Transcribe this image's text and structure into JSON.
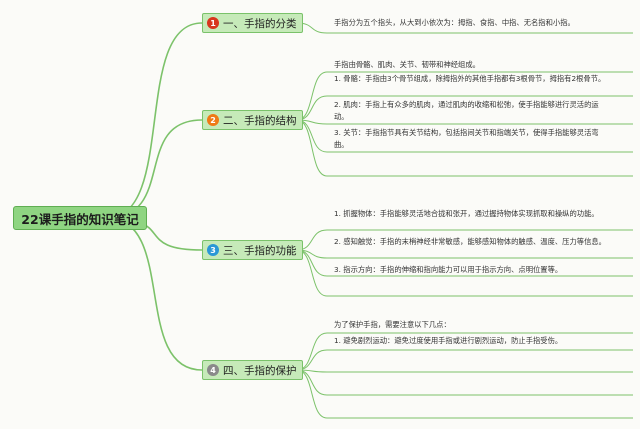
{
  "root": {
    "title": "22课手指的知识笔记"
  },
  "topics": [
    {
      "label": "一、手指的分类",
      "num": "1",
      "badge_color": "#d8361e",
      "items": [
        "手指分为五个指头，从大到小依次为：拇指、食指、中指、无名指和小指。"
      ]
    },
    {
      "label": "二、手指的结构",
      "num": "2",
      "badge_color": "#ef7a16",
      "items": [
        "手指由骨骼、肌肉、关节、韧带和神经组成。",
        "1. 骨骼：手指由3个骨节组成，除拇指外的其他手指都有3根骨节，拇指有2根骨节。",
        "2. 肌肉：手指上有众多的肌肉，通过肌肉的收缩和松弛，使手指能够进行灵活的运动。",
        "3. 关节：手指指节具有关节结构，包括指间关节和指端关节，使得手指能够灵活弯曲。"
      ]
    },
    {
      "label": "三、手指的功能",
      "num": "3",
      "badge_color": "#2b98d6",
      "items": [
        "1. 抓握物体：手指能够灵活地合拢和张开，通过握持物体实现抓取和操纵的功能。",
        "2. 感知触觉：手指的末梢神经非常敏感，能够感知物体的触感、温度、压力等信息。",
        "3. 指示方向：手指的伸缩和指向能力可以用于指示方向、点明位置等。"
      ]
    },
    {
      "label": "四、手指的保护",
      "num": "4",
      "badge_color": "#8a8a8a",
      "items": [
        "为了保护手指，需要注意以下几点：",
        "1. 避免剧烈运动：避免过度使用手指或进行剧烈运动，防止手指受伤。"
      ]
    }
  ],
  "colors": {
    "branch": "#7cc26a",
    "root_fill": "#8fd582",
    "topic_fill": "#c6eab9"
  }
}
